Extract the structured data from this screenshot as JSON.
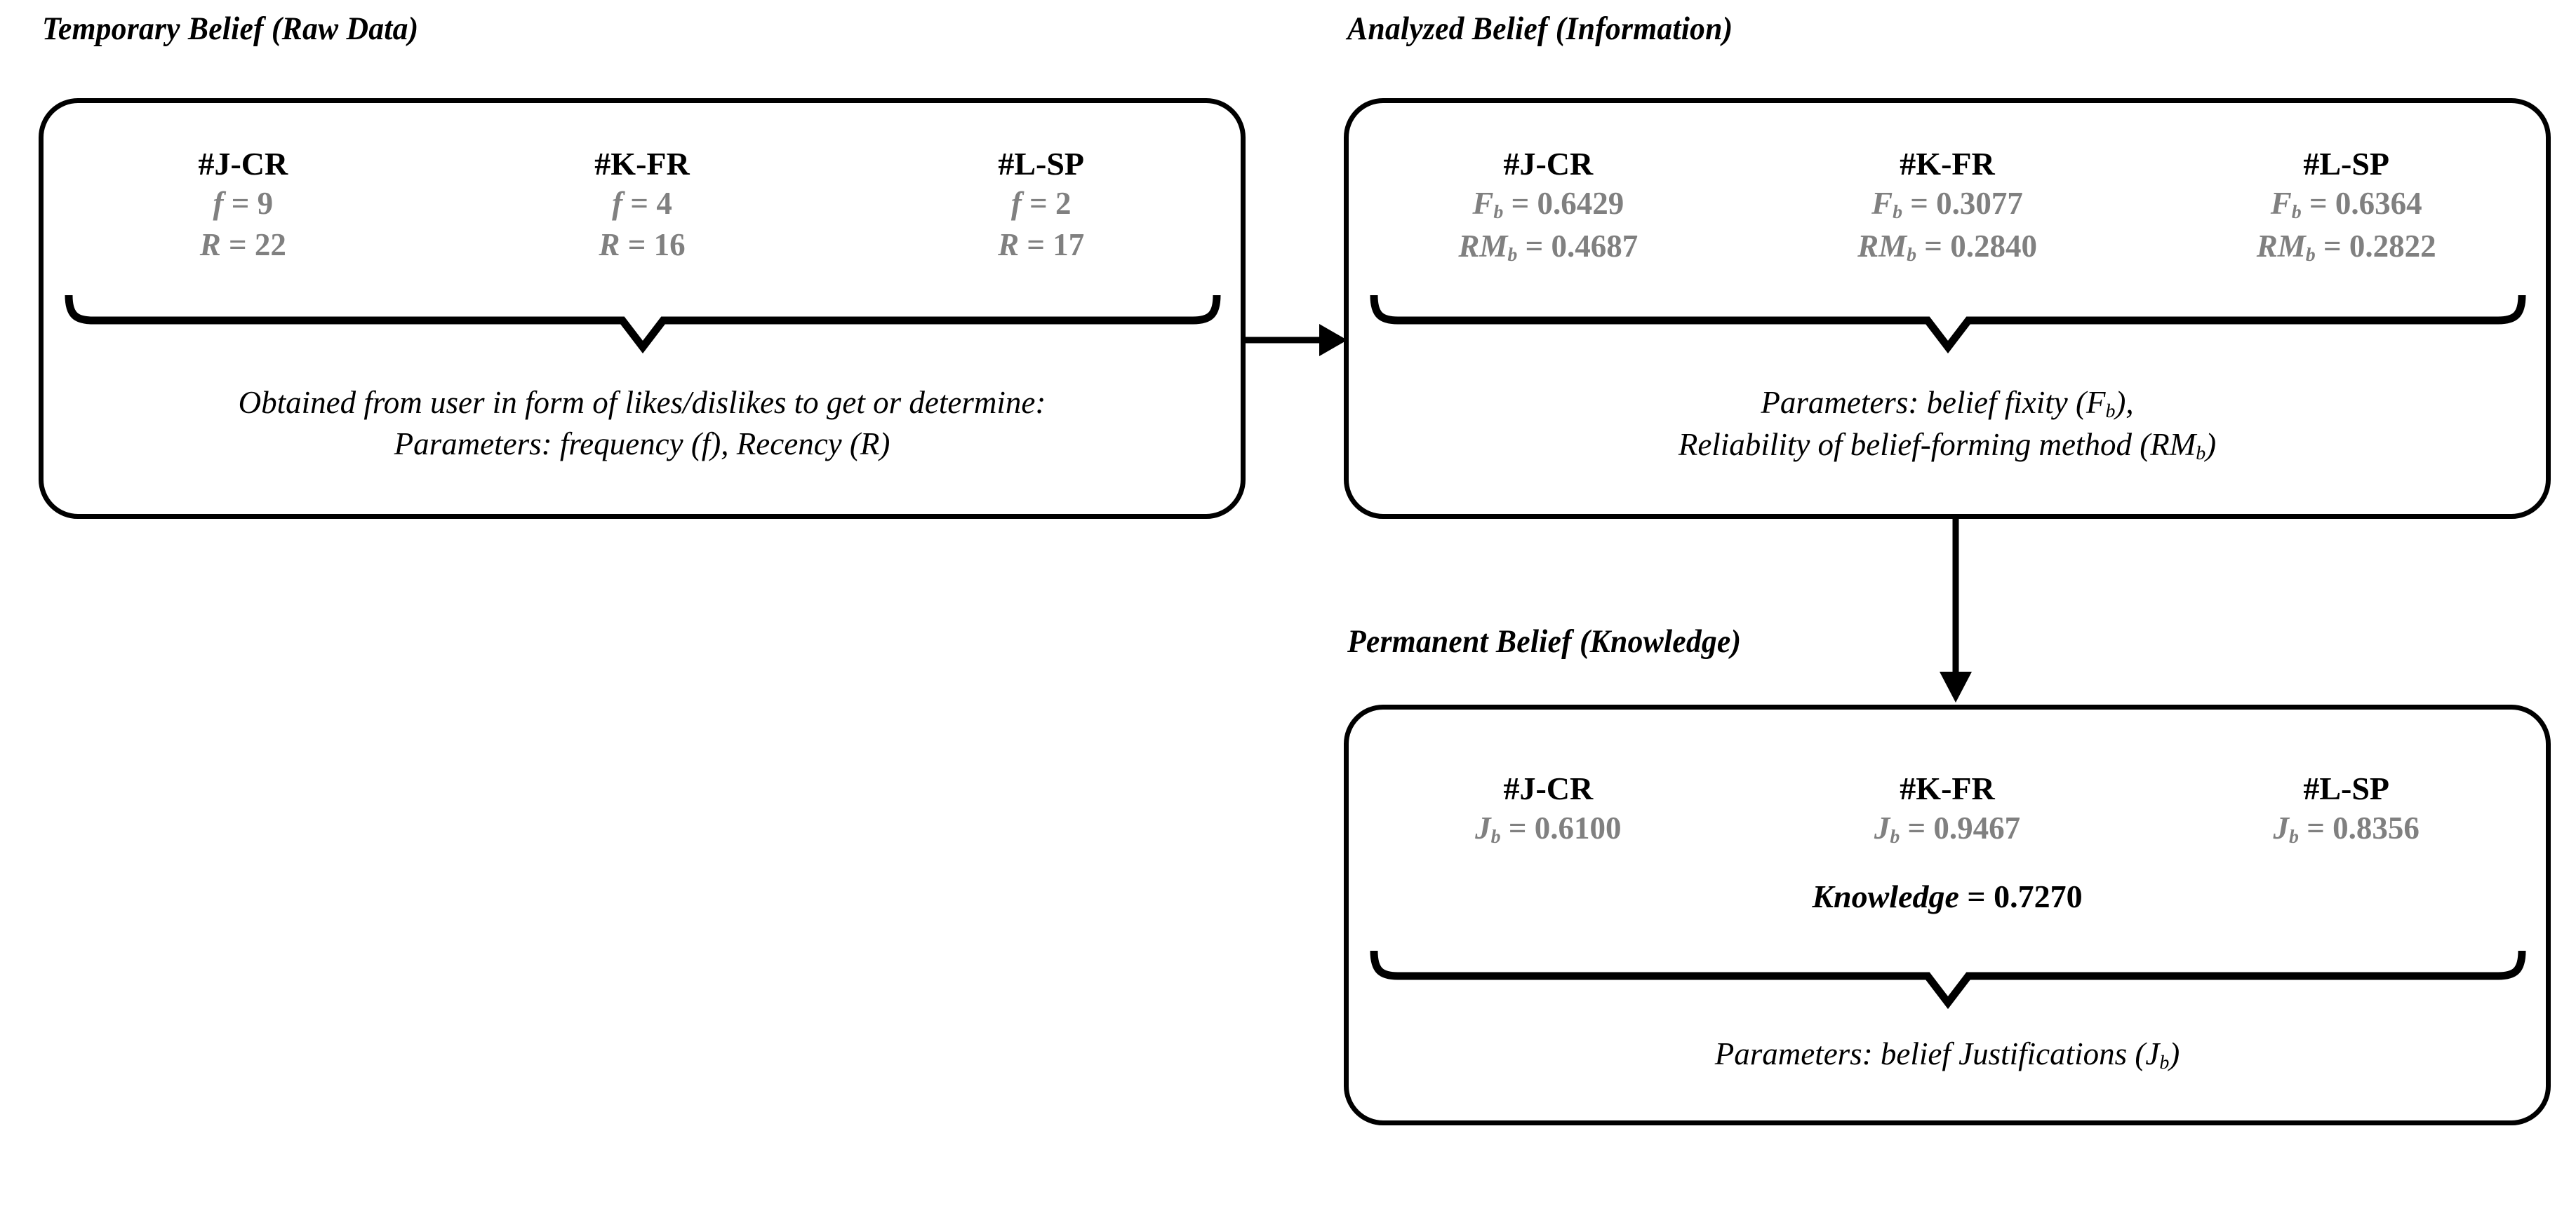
{
  "diagram": {
    "title_colors": {
      "label": "#000000",
      "value": "#808080",
      "stroke": "#000000"
    },
    "panels": [
      {
        "id": "temporary-belief",
        "title": "Temporary Belief (Raw Data)",
        "columns": [
          {
            "tag": "#J-CR",
            "line1_sym": "f",
            "line1_val": " = 9",
            "line2_sym": "R",
            "line2_val": " = 22"
          },
          {
            "tag": "#K-FR",
            "line1_sym": "f",
            "line1_val": " = 4",
            "line2_sym": "R",
            "line2_val": " = 16"
          },
          {
            "tag": "#L-SP",
            "line1_sym": "f",
            "line1_val": " = 2",
            "line2_sym": "R",
            "line2_val": " = 17"
          }
        ],
        "caption_line1": "Obtained from user in form of likes/dislikes to get or determine:",
        "caption_line2_pre": "Parameters: frequency (f), Recency (R)",
        "caption_line2_sub": "",
        "caption_line2_post": ""
      },
      {
        "id": "analyzed-belief",
        "title": "Analyzed Belief (Information)",
        "columns": [
          {
            "tag": "#J-CR",
            "line1_sym": "F",
            "line1_sub": "b",
            "line1_val": " = 0.6429",
            "line2_sym": "RM",
            "line2_sub": "b",
            "line2_val": " = 0.4687"
          },
          {
            "tag": "#K-FR",
            "line1_sym": "F",
            "line1_sub": "b",
            "line1_val": " = 0.3077",
            "line2_sym": "RM",
            "line2_sub": "b",
            "line2_val": " = 0.2840"
          },
          {
            "tag": "#L-SP",
            "line1_sym": "F",
            "line1_sub": "b",
            "line1_val": " = 0.6364",
            "line2_sym": "RM",
            "line2_sub": "b",
            "line2_val": " = 0.2822"
          }
        ],
        "caption_line1": "Parameters: belief fixity (F",
        "caption_line1_sub": "b",
        "caption_line1_post": "),",
        "caption_line2": "Reliability of belief-forming method (RM",
        "caption_line2_sub": "b",
        "caption_line2_post": ")"
      },
      {
        "id": "permanent-belief",
        "title": "Permanent Belief (Knowledge)",
        "columns": [
          {
            "tag": "#J-CR",
            "line1_sym": "J",
            "line1_sub": "b",
            "line1_val": " = 0.6100"
          },
          {
            "tag": "#K-FR",
            "line1_sym": "J",
            "line1_sub": "b",
            "line1_val": " = 0.9467"
          },
          {
            "tag": "#L-SP",
            "line1_sym": "J",
            "line1_sub": "b",
            "line1_val": " = 0.8356"
          }
        ],
        "knowledge_label": "Knowledge",
        "knowledge_value": " = 0.7270",
        "caption_line1": "Parameters: belief Justifications (J",
        "caption_line1_sub": "b",
        "caption_line1_post": ")"
      }
    ],
    "connectors": [
      {
        "id": "arrow-temporary-to-analyzed",
        "direction": "right"
      },
      {
        "id": "arrow-analyzed-to-permanent",
        "direction": "down"
      }
    ]
  }
}
